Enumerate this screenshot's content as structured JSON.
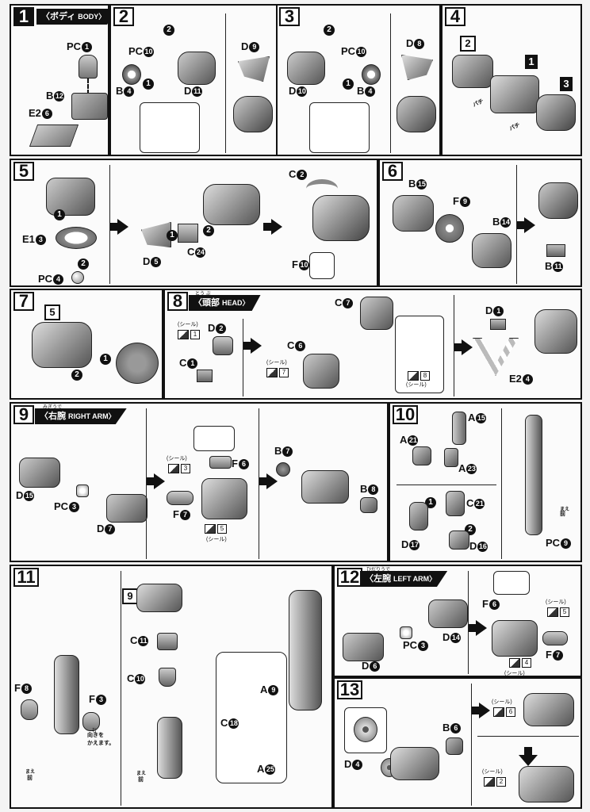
{
  "sections": {
    "s1": {
      "num": "1",
      "title": "〈ボディ",
      "title_en": "BODY〉"
    },
    "s2": {
      "num": "2"
    },
    "s3": {
      "num": "3"
    },
    "s4": {
      "num": "4"
    },
    "s5": {
      "num": "5"
    },
    "s6": {
      "num": "6"
    },
    "s7": {
      "num": "7"
    },
    "s8": {
      "num": "8",
      "title": "〈頭部",
      "title_en": "HEAD〉",
      "ruby": "とう ぶ"
    },
    "s9": {
      "num": "9",
      "title": "〈右腕",
      "title_en": "RIGHT ARM〉",
      "ruby": "みぎうで"
    },
    "s10": {
      "num": "10"
    },
    "s11": {
      "num": "11"
    },
    "s12": {
      "num": "12",
      "title": "〈左腕",
      "title_en": "LEFT ARM〉",
      "ruby": "ひだりうで"
    },
    "s13": {
      "num": "13"
    }
  },
  "labels": {
    "pc1": "PC",
    "n1": "1",
    "b12": "B",
    "n12": "12",
    "e2_6": "E2",
    "n6": "6",
    "pc10": "PC",
    "n10": "10",
    "b4": "B",
    "n4": "4",
    "d11": "D",
    "n11": "11",
    "d9": "D",
    "n9": "9",
    "d10": "D",
    "d8": "D",
    "n8": "8",
    "c2": "C",
    "n2": "2",
    "e1_3": "E1",
    "n3": "3",
    "pc4": "PC",
    "d5": "D",
    "n5": "5",
    "c24": "C",
    "n24": "24",
    "f10": "F",
    "b15": "B",
    "n15": "15",
    "f9": "F",
    "b14": "B",
    "n14": "14",
    "b11": "B",
    "c7": "C",
    "n7": "7",
    "d2": "D",
    "c1": "C",
    "c6": "C",
    "d1": "D",
    "e2_4": "E2",
    "d15": "D",
    "pc3": "PC",
    "d7": "D",
    "f6": "F",
    "f7": "F",
    "b7": "B",
    "b8": "B",
    "a15": "A",
    "a21": "A",
    "n21": "21",
    "a23": "A",
    "n23": "23",
    "c21": "C",
    "d17": "D",
    "n17": "17",
    "d16": "D",
    "n16": "16",
    "pc9": "PC",
    "f8": "F",
    "f3": "F",
    "c11": "C",
    "c10": "C",
    "a9": "A",
    "c18": "C",
    "n18": "18",
    "a25": "A",
    "n25": "25",
    "d6": "D",
    "d14": "D",
    "b6": "B",
    "d4": "D"
  },
  "seal": {
    "text": "(シール)",
    "s1": "1",
    "s2": "2",
    "s3": "3",
    "s4": "4",
    "s5": "5",
    "s6": "6",
    "s7": "7",
    "s8": "8"
  },
  "notes": {
    "pachi": "パチ",
    "turn_ruby": "む",
    "turn": "向きを",
    "turn2": "かえます。",
    "front_ruby": "まえ",
    "front": "前"
  },
  "steps": {
    "a": "1",
    "b": "2",
    "c": "3"
  }
}
